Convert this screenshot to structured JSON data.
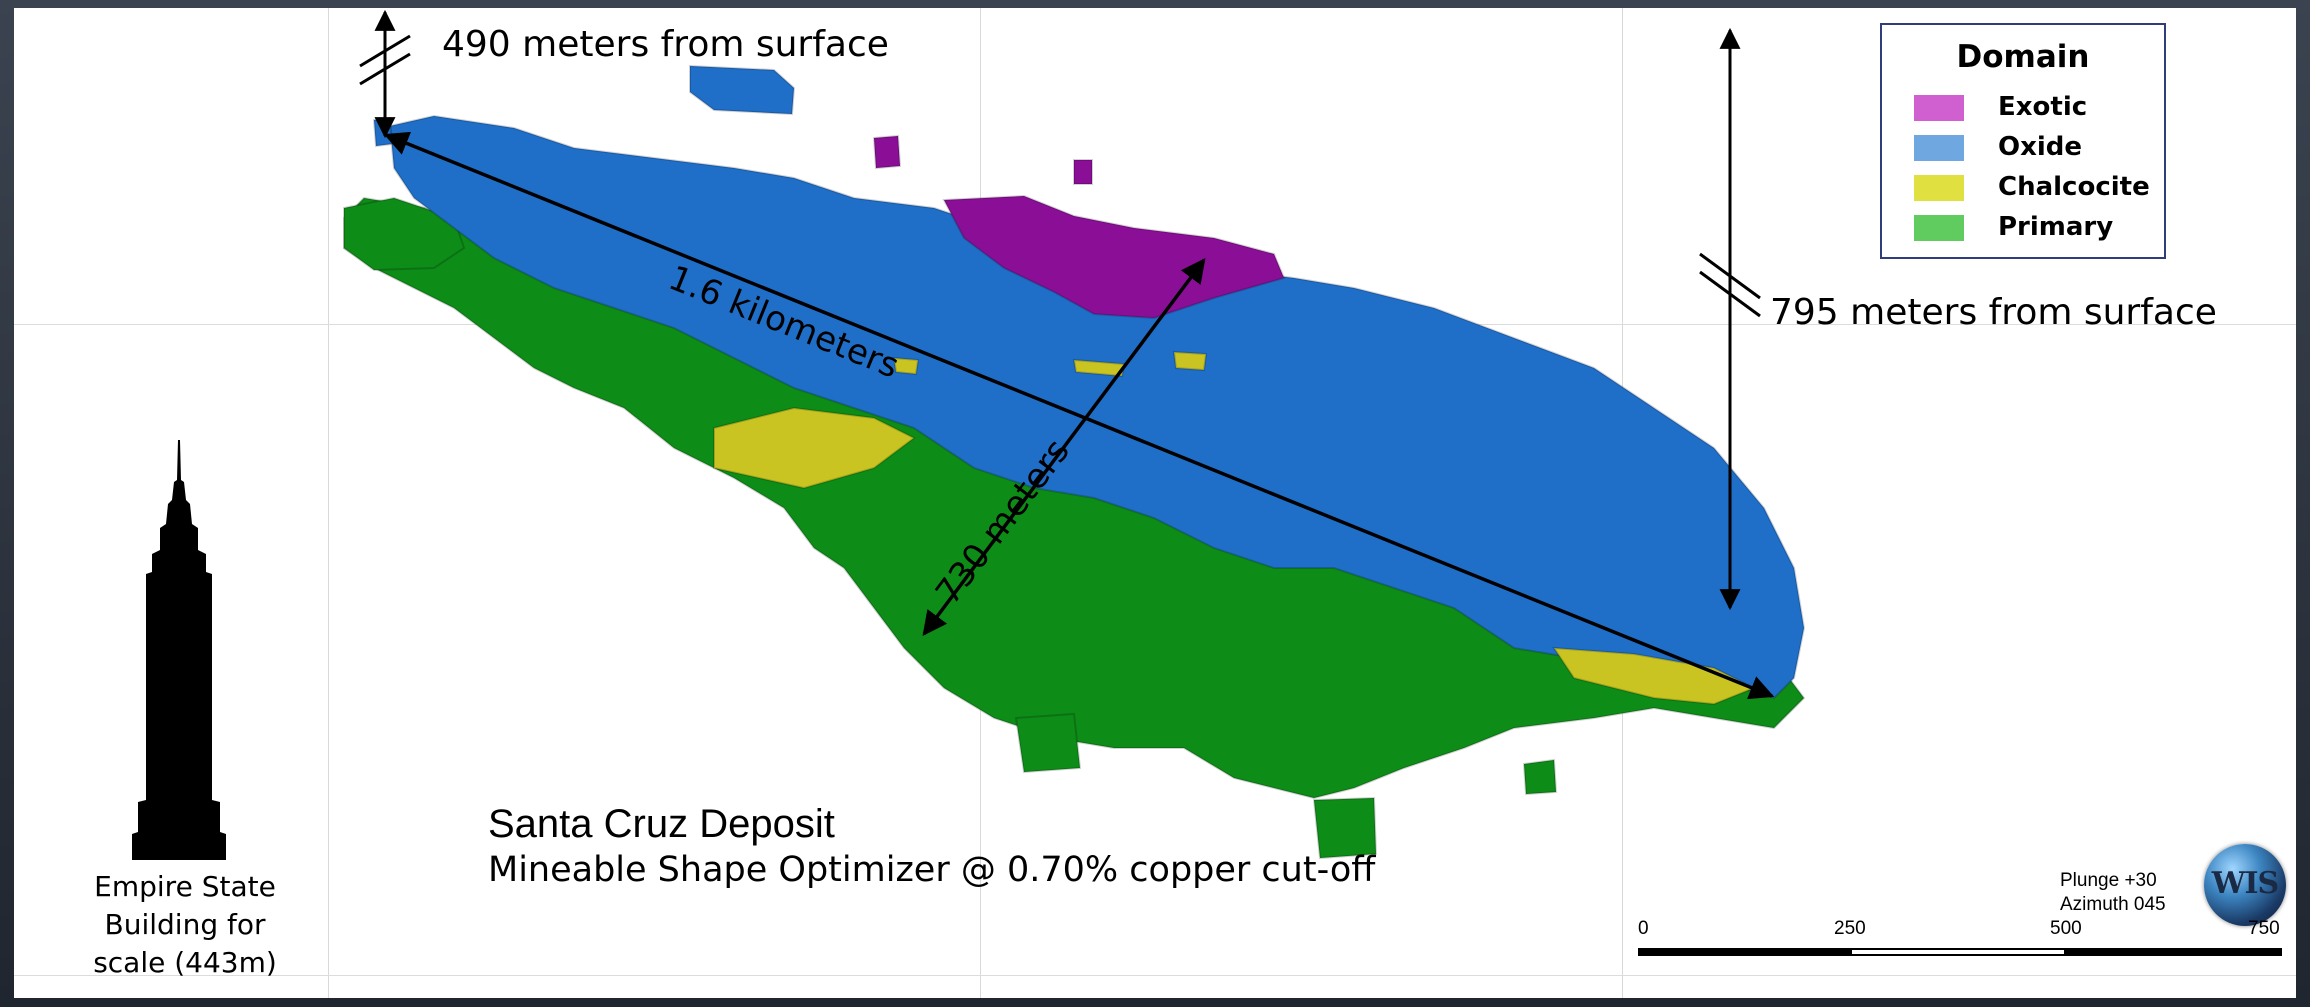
{
  "domain_legend": {
    "title": "Domain",
    "items": [
      {
        "label": "Exotic",
        "color": "#d060d0"
      },
      {
        "label": "Oxide",
        "color": "#6fa8e0"
      },
      {
        "label": "Chalcocite",
        "color": "#e0e040"
      },
      {
        "label": "Primary",
        "color": "#60cc60"
      }
    ]
  },
  "model_colors": {
    "oxide": "#1f6ec8",
    "primary": "#0e8c18",
    "chalcocite": "#c9c421",
    "exotic": "#8a0f96"
  },
  "annotations": {
    "top_left_depth": "490 meters from surface",
    "right_depth": "795 meters from surface",
    "length": "1.6 kilometers",
    "width": "730 meters"
  },
  "caption": {
    "title": "Santa Cruz Deposit",
    "subtitle": "Mineable Shape Optimizer @ 0.70% copper cut-off"
  },
  "scale_reference": {
    "line1": "Empire State",
    "line2": "Building for",
    "line3": "scale  (443m)"
  },
  "view": {
    "plunge": "Plunge +30",
    "azimuth": "Azimuth 045",
    "logo_text": "WIS"
  },
  "scale_bar": {
    "ticks": [
      "0",
      "250",
      "500",
      "750"
    ]
  }
}
